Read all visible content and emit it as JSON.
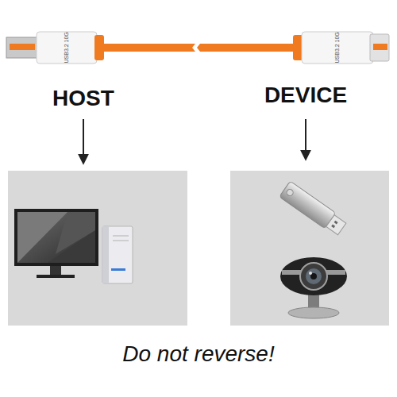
{
  "diagram": {
    "caption": "Do not reverse!",
    "labels": [
      "USB3.2 10G",
      "USB3.2 10G",
      "HOST",
      "DEVICE"
    ]
  }
}
